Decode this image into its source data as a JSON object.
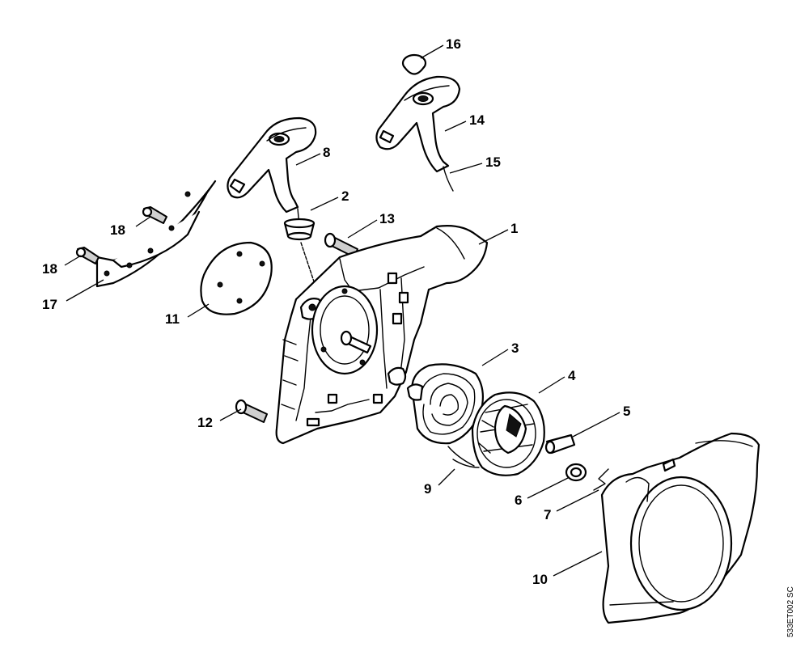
{
  "diagram": {
    "reference_code": "533ET002 SC",
    "callouts": [
      {
        "id": "c1",
        "text": "1"
      },
      {
        "id": "c2",
        "text": "2"
      },
      {
        "id": "c3",
        "text": "3"
      },
      {
        "id": "c4",
        "text": "4"
      },
      {
        "id": "c5",
        "text": "5"
      },
      {
        "id": "c6",
        "text": "6"
      },
      {
        "id": "c7",
        "text": "7"
      },
      {
        "id": "c8",
        "text": "8"
      },
      {
        "id": "c9",
        "text": "9"
      },
      {
        "id": "c10",
        "text": "10"
      },
      {
        "id": "c11",
        "text": "11"
      },
      {
        "id": "c12",
        "text": "12"
      },
      {
        "id": "c13",
        "text": "13"
      },
      {
        "id": "c14",
        "text": "14"
      },
      {
        "id": "c15",
        "text": "15"
      },
      {
        "id": "c16",
        "text": "16"
      },
      {
        "id": "c17",
        "text": "17"
      },
      {
        "id": "c18a",
        "text": "18"
      },
      {
        "id": "c18b",
        "text": "18"
      }
    ]
  }
}
